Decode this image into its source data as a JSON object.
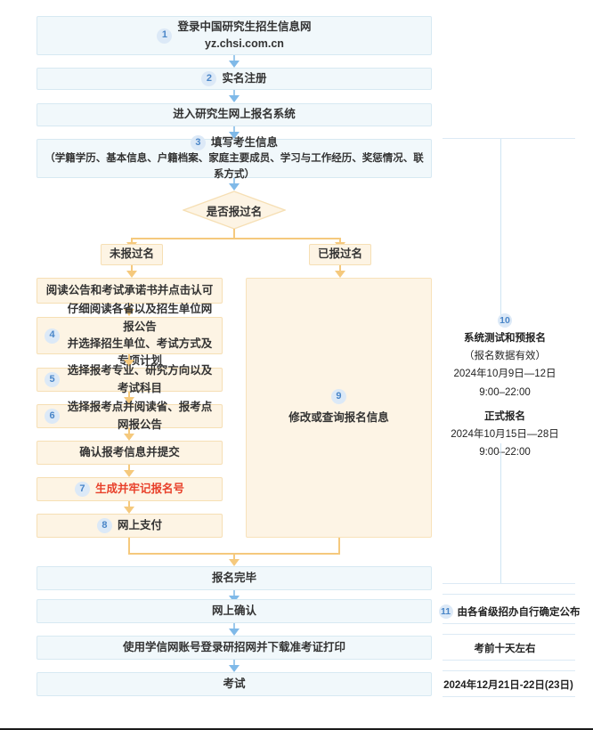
{
  "flow": {
    "steps": [
      {
        "id": "login",
        "num": "1",
        "lines": [
          "登录中国研究生招生信息网",
          "yz.chsi.com.cn"
        ]
      },
      {
        "id": "register",
        "num": "2",
        "lines": [
          "实名注册"
        ]
      },
      {
        "id": "enter-system",
        "num": "",
        "lines": [
          "进入研究生网上报名系统"
        ]
      },
      {
        "id": "fill-info",
        "num": "3",
        "lines": [
          "填写考生信息",
          "（学籍学历、基本信息、户籍档案、家庭主要成员、学习与工作经历、奖惩情况、联系方式）"
        ]
      }
    ],
    "decision": {
      "id": "has-applied",
      "label": "是否报过名"
    },
    "branch_labels": {
      "no": "未报过名",
      "yes": "已报过名"
    },
    "left_branch": [
      {
        "id": "read-notice",
        "num": "",
        "lines": [
          "阅读公告和考试承诺书并点击认可"
        ]
      },
      {
        "id": "read-province",
        "num": "4",
        "lines": [
          "仔细阅读各省以及招生单位网报公告",
          "并选择招生单位、考试方式及专项计划"
        ]
      },
      {
        "id": "choose-major",
        "num": "5",
        "lines": [
          "选择报考专业、研究方向以及考试科目"
        ]
      },
      {
        "id": "choose-site",
        "num": "6",
        "lines": [
          "选择报考点并阅读省、报考点网报公告"
        ]
      },
      {
        "id": "confirm",
        "num": "",
        "lines": [
          "确认报考信息并提交"
        ]
      },
      {
        "id": "gen-number",
        "num": "7",
        "lines": [
          "生成并牢记报名号"
        ],
        "highlight": true
      },
      {
        "id": "pay",
        "num": "8",
        "lines": [
          "网上支付"
        ]
      }
    ],
    "right_branch": {
      "id": "modify-query",
      "num": "9",
      "lines": [
        "修改或查询报名信息"
      ]
    },
    "tail": [
      {
        "id": "finished",
        "num": "",
        "lines": [
          "报名完毕"
        ]
      },
      {
        "id": "online-confirm",
        "num": "",
        "lines": [
          "网上确认"
        ]
      },
      {
        "id": "print-ticket",
        "num": "",
        "lines": [
          "使用学信网账号登录研招网并下载准考证打印"
        ]
      },
      {
        "id": "exam",
        "num": "",
        "lines": [
          "考试"
        ]
      }
    ]
  },
  "timeline": {
    "registration": {
      "num": "10",
      "test_title": "系统测试和预报名",
      "test_note": "（报名数据有效）",
      "test_date": "2024年10月9日—12日",
      "test_time": "9:00–22:00",
      "formal_title": "正式报名",
      "formal_date": "2024年10月15日—28日",
      "formal_time": "9:00–22:00"
    },
    "rows": [
      {
        "id": "online-confirm-time",
        "num": "11",
        "text": "由各省级招办自行确定公布"
      },
      {
        "id": "ticket-time",
        "num": "",
        "text": "考前十天左右"
      },
      {
        "id": "exam-time",
        "num": "",
        "text": "2024年12月21日-22日(23日)"
      }
    ]
  },
  "colors": {
    "blue_fill": "#f1f8fb",
    "blue_border": "#d7e9f2",
    "orange_fill": "#fdf4e4",
    "orange_border": "#f6dfb4",
    "badge_bg": "#dce9f7",
    "badge_text": "#4a86c8",
    "highlight_text": "#e8402a",
    "arrow_blue": "#7fb9e8",
    "arrow_orange": "#f5c97d"
  }
}
